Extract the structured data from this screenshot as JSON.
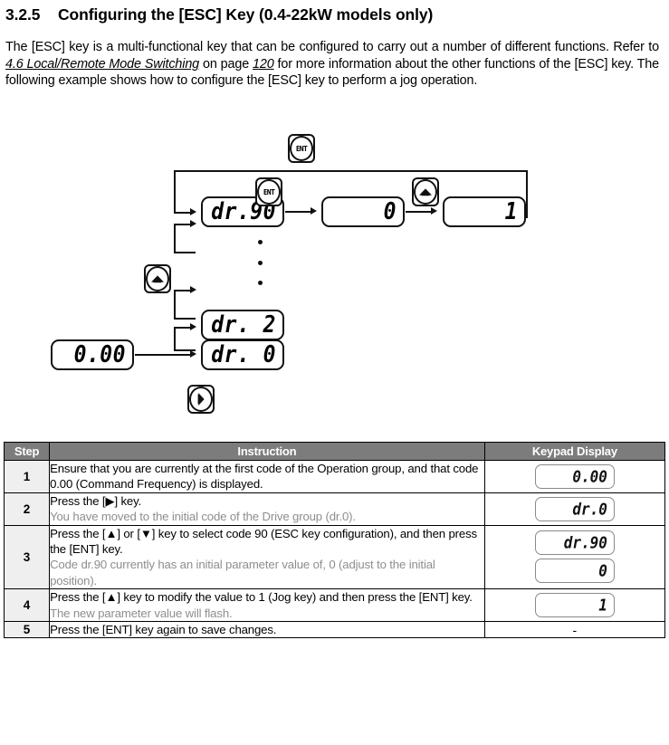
{
  "heading": {
    "number": "3.2.5",
    "title": "Configuring the [ESC] Key (0.4-22kW models only)"
  },
  "intro": {
    "part1": "The [ESC] key is a multi-functional key that can be configured to carry out a number of different functions. Refer to ",
    "xref": "4.6 Local/Remote Mode Switching",
    "part2": " on page ",
    "page_ref": "120",
    "part3": " for more information about the other functions of the [ESC] key. The following example shows how to configure the [ESC] key to perform a jog operation."
  },
  "diagram": {
    "displays": {
      "dr90": "dr.90",
      "value0": "0",
      "value1": "1",
      "dr2": "dr. 2",
      "dr0": "dr. 0",
      "freq": "0.00"
    },
    "keys": {
      "ent_top": "ENT",
      "ent_mid": "ENT",
      "up_right": "up-arrow",
      "up_left": "up-arrow",
      "right": "right-arrow"
    }
  },
  "table": {
    "headers": {
      "step": "Step",
      "instruction": "Instruction",
      "display": "Keypad Display"
    },
    "rows": [
      {
        "step": "1",
        "instruction": "Ensure that you are currently at the first code of the Operation group, and that code 0.00 (Command Frequency) is displayed.",
        "note": "",
        "displays": [
          "0.00"
        ]
      },
      {
        "step": "2",
        "instruction": "Press the [▶] key.",
        "note": "You have moved to the initial code of the Drive group (dr.0).",
        "displays": [
          "dr.0"
        ]
      },
      {
        "step": "3",
        "instruction": "Press the [▲] or [▼] key to select code 90 (ESC key configuration), and then press the [ENT] key.",
        "note": "Code dr.90 currently has an initial parameter value of, 0 (adjust to the initial position).",
        "displays": [
          "dr.90",
          "0"
        ]
      },
      {
        "step": "4",
        "instruction": "Press the [▲] key to modify the value to 1 (Jog key) and then press the [ENT] key.",
        "note": "The new parameter value will flash.",
        "displays": [
          "1"
        ]
      },
      {
        "step": "5",
        "instruction": "Press the [ENT] key again to save changes.",
        "note": "",
        "displays": [],
        "display_dash": "-"
      }
    ]
  },
  "colors": {
    "header_bg": "#7c7c7c",
    "step_bg": "#efefef",
    "note_text": "#8e8e8e",
    "line": "#111111"
  }
}
